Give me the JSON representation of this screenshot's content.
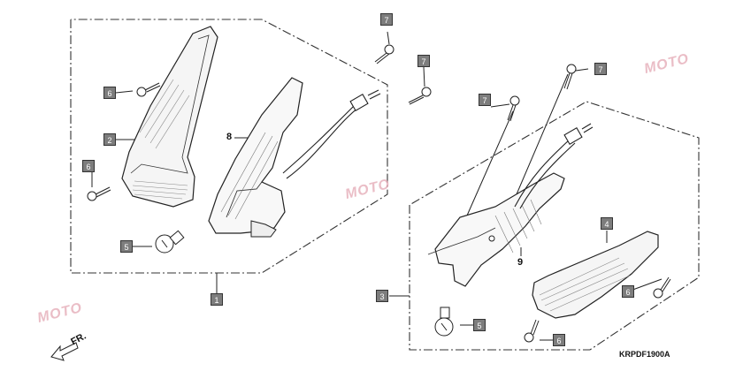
{
  "callouts": {
    "c1": "1",
    "c2": "2",
    "c3": "3",
    "c4": "4",
    "c5a": "5",
    "c5b": "5",
    "c6a": "6",
    "c6b": "6",
    "c6c": "6",
    "c6d": "6",
    "c7a": "7",
    "c7b": "7",
    "c7c": "7",
    "c7d": "7"
  },
  "labels": {
    "l8": "8",
    "l9": "9"
  },
  "diagram_code": "KRPDF1900A",
  "direction_label": "FR.",
  "watermark": {
    "text": "MOTO",
    "color": "#e4a8b4"
  },
  "colors": {
    "callout_fill": "#7d7d7d",
    "line": "#222222"
  }
}
